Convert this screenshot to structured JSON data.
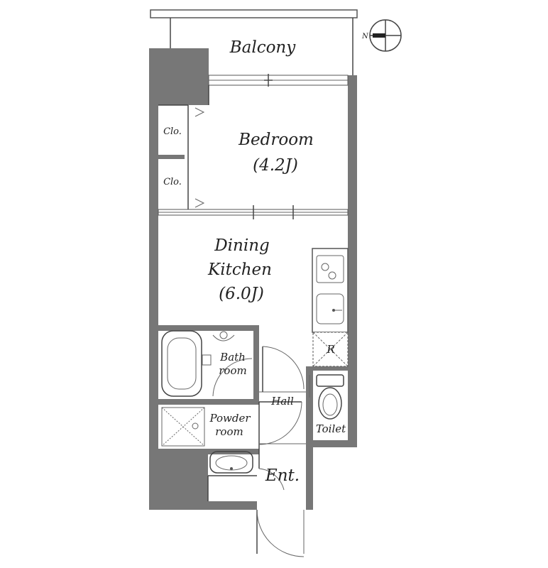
{
  "rooms": {
    "balcony": "Balcony",
    "bedroom": "Bedroom",
    "bedroom_size": "(4.2J)",
    "closet_1": "Clo.",
    "closet_2": "Clo.",
    "dining_1": "Dining",
    "dining_2": "Kitchen",
    "dining_size": "(6.0J)",
    "bath_1": "Bath",
    "bath_2": "room",
    "hall": "Hall",
    "powder_1": "Powder",
    "powder_2": "room",
    "toilet": "Toilet",
    "entrance": "Ent.",
    "refrigerator": "R"
  },
  "compass": {
    "north_letter": "N"
  },
  "colors": {
    "wall": "#777777",
    "line": "#444444",
    "background": "#ffffff"
  }
}
